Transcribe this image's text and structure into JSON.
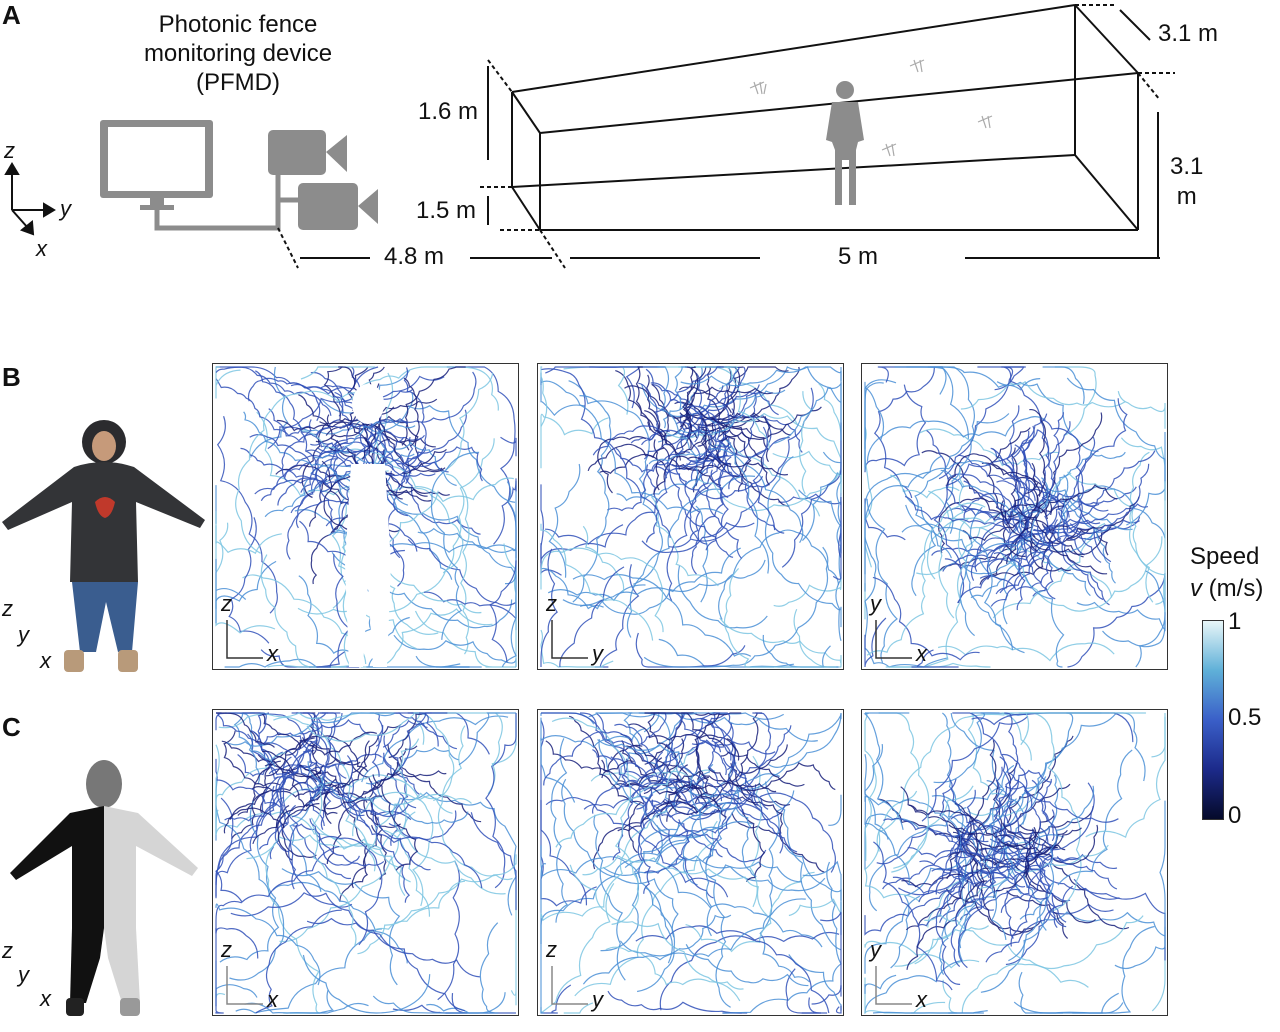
{
  "panel_a": {
    "label": "A",
    "device_title": [
      "Photonic fence",
      "monitoring device",
      "(PFMD)"
    ],
    "axes": {
      "z": "z",
      "y": "y",
      "x": "x"
    },
    "dimensions": {
      "height_left": "1.6 m",
      "offset_left": "1.5 m",
      "distance": "4.8 m",
      "length": "5 m",
      "depth": "3.1 m",
      "height_right": [
        "3.1",
        "m"
      ]
    }
  },
  "panel_b": {
    "label": "B",
    "subject_axes": {
      "z": "z",
      "y": "y",
      "x": "x"
    },
    "plots": [
      {
        "v": "z",
        "h": "x"
      },
      {
        "v": "z",
        "h": "y"
      },
      {
        "v": "y",
        "h": "x"
      }
    ]
  },
  "panel_c": {
    "label": "C",
    "subject_axes": {
      "z": "z",
      "y": "y",
      "x": "x"
    },
    "plots": [
      {
        "v": "z",
        "h": "x"
      },
      {
        "v": "z",
        "h": "y"
      },
      {
        "v": "y",
        "h": "x"
      }
    ]
  },
  "colorbar": {
    "title": "Speed",
    "unit_symbol": "v",
    "unit": " (m/s)",
    "ticks": [
      "1",
      "0.5",
      "0"
    ],
    "colors": [
      "#e8f6f8",
      "#5fb0d8",
      "#3a5fc8",
      "#1c2a8a",
      "#050a2a"
    ]
  }
}
